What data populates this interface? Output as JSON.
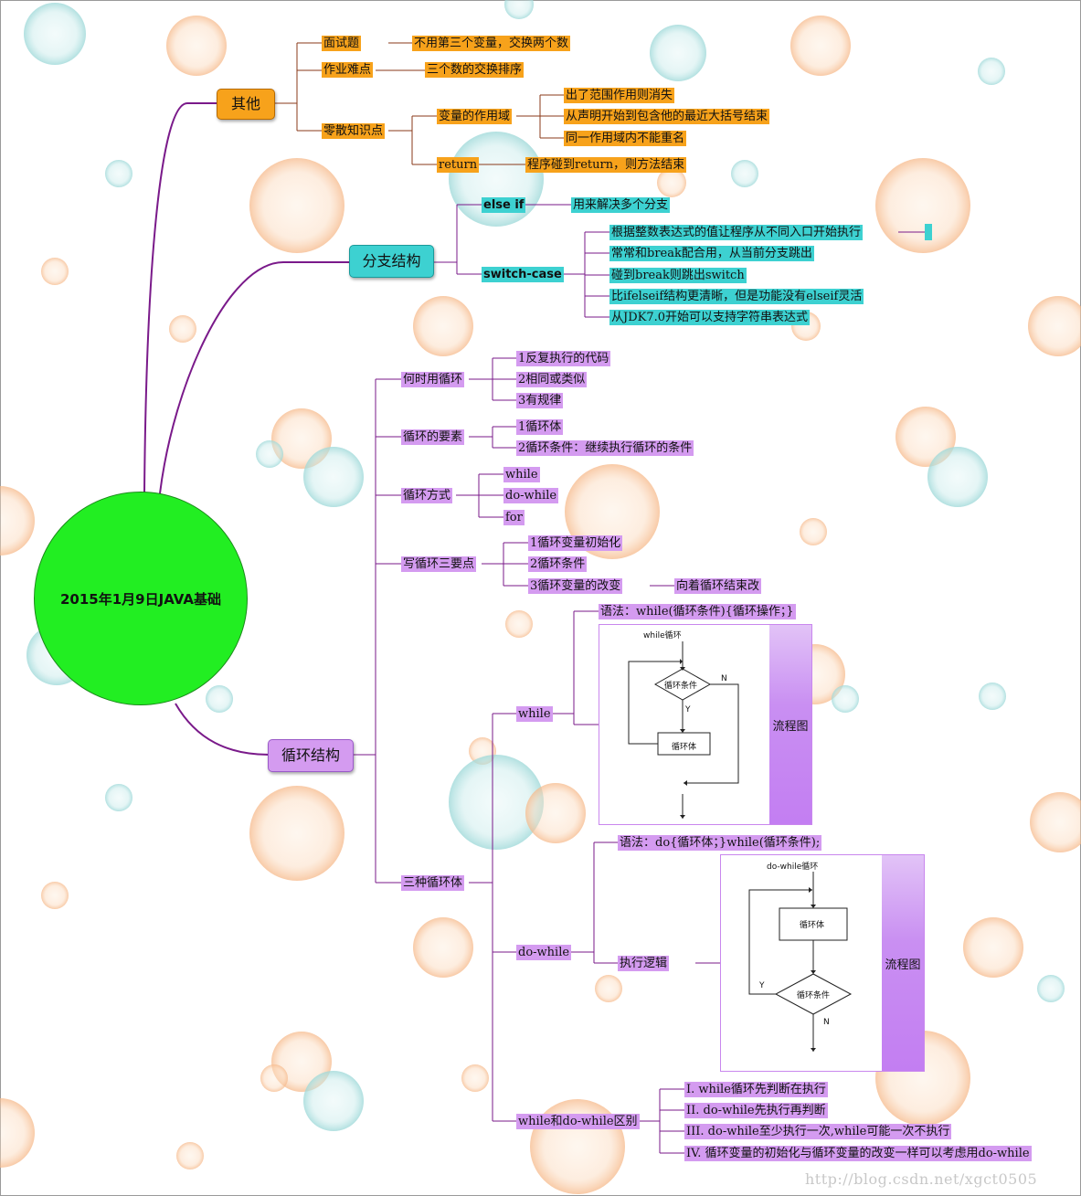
{
  "central": {
    "title": "2015年1月9日JAVA基础"
  },
  "colors": {
    "other": "#f7a21b",
    "branch": "#3dd1d1",
    "loop": "#d49bf0",
    "center": "#22ee22"
  },
  "other": {
    "label": "其他",
    "interview": "面试题",
    "interview_1": "不用第三个变量，交换两个数",
    "homework": "作业难点",
    "homework_1": "三个数的交换排序",
    "misc": "零散知识点",
    "scope": "变量的作用域",
    "scope_1": "出了范围作用则消失",
    "scope_2": "从声明开始到包含他的最近大括号结束",
    "scope_3": "同一作用域内不能重名",
    "return": "return",
    "return_1": "程序碰到return，则方法结束"
  },
  "branch": {
    "label": "分支结构",
    "elseif": "else if",
    "elseif_1": "用来解决多个分支",
    "switch": "switch-case",
    "switch_1": "根据整数表达式的值让程序从不同入口开始执行",
    "switch_2": "常常和break配合用，从当前分支跳出",
    "switch_3": "碰到break则跳出switch",
    "switch_4": "比ifelseif结构更清晰，但是功能没有elseif灵活",
    "switch_5": "从JDK7.0开始可以支持字符串表达式"
  },
  "loop": {
    "label": "循环结构",
    "when": "何时用循环",
    "when_1": "1反复执行的代码",
    "when_2": "2相同或类似",
    "when_3": "3有规律",
    "elements": "循环的要素",
    "elements_1": "1循环体",
    "elements_2": "2循环条件：继续执行循环的条件",
    "ways": "循环方式",
    "ways_1": "while",
    "ways_2": "do-while",
    "ways_3": "for",
    "three": "写循环三要点",
    "three_1": "1循环变量初始化",
    "three_2": "2循环条件",
    "three_3": "3循环变量的改变",
    "three_3a": "向着循环结束改",
    "kinds": "三种循环体",
    "while": "while",
    "while_syntax": "语法：while(循环条件){循环操作；}",
    "flowchart_label": "流程图",
    "while_fc": {
      "title": "while循环",
      "cond": "循环条件",
      "body": "循环体",
      "n": "N",
      "y": "Y"
    },
    "dowhile": "do-while",
    "dowhile_syntax": "语法：do{循环体；}while(循环条件);",
    "dowhile_logic": "执行逻辑",
    "dowhile_fc": {
      "title": "do-while循环",
      "cond": "循环条件",
      "body": "循环体",
      "n": "N",
      "y": "Y"
    },
    "diff": "while和do-while区别",
    "diff_1": "I. while循环先判断在执行",
    "diff_2": "II. do-while先执行再判断",
    "diff_3": "III. do-while至少执行一次,while可能一次不执行",
    "diff_4": "IV. 循环变量的初始化与循环变量的改变一样可以考虑用do-while"
  },
  "watermark": "http://blog.csdn.net/xgct0505"
}
